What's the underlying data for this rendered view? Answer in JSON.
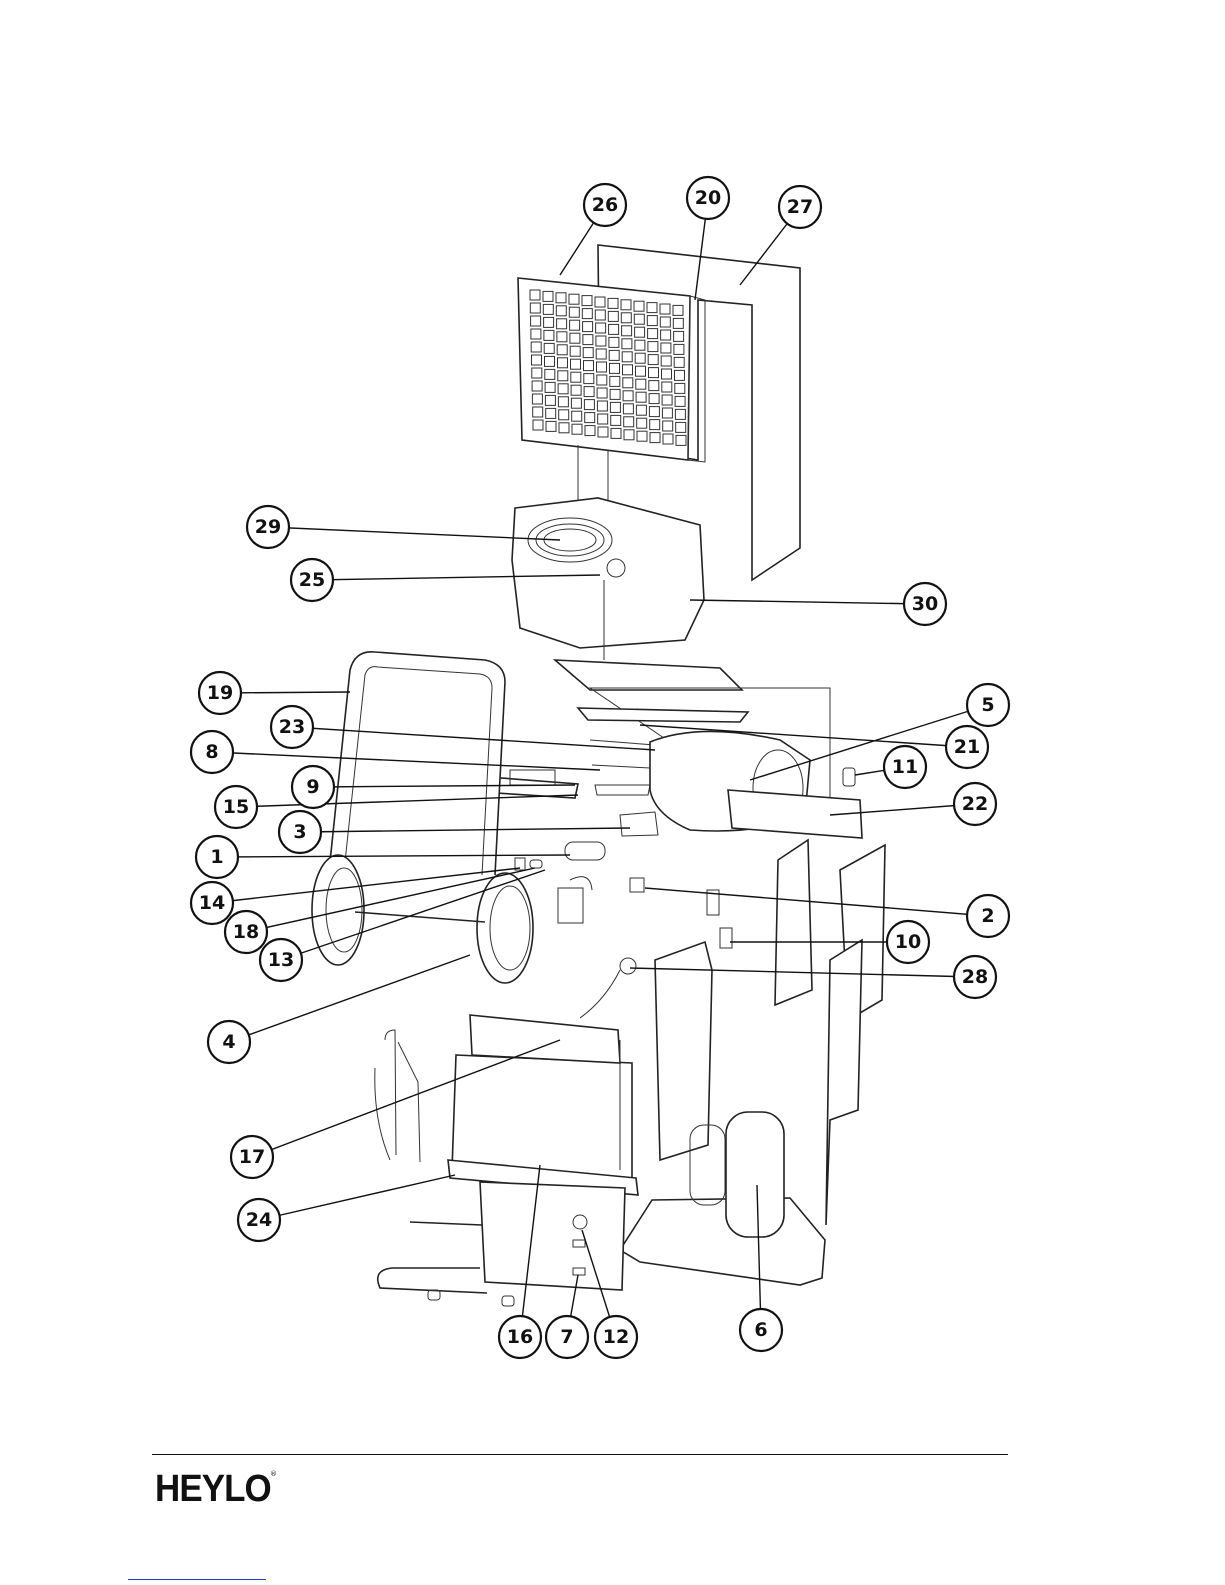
{
  "brand": {
    "logo_text": "HEYLO",
    "registered_mark": "®"
  },
  "colors": {
    "line": "#111111",
    "link_underline": "#2a3cc8"
  },
  "callouts": [
    {
      "label": "26"
    },
    {
      "label": "20"
    },
    {
      "label": "27"
    },
    {
      "label": "29"
    },
    {
      "label": "25"
    },
    {
      "label": "30"
    },
    {
      "label": "19"
    },
    {
      "label": "5"
    },
    {
      "label": "23"
    },
    {
      "label": "21"
    },
    {
      "label": "8"
    },
    {
      "label": "11"
    },
    {
      "label": "9"
    },
    {
      "label": "15"
    },
    {
      "label": "22"
    },
    {
      "label": "3"
    },
    {
      "label": "1"
    },
    {
      "label": "14"
    },
    {
      "label": "2"
    },
    {
      "label": "18"
    },
    {
      "label": "10"
    },
    {
      "label": "13"
    },
    {
      "label": "28"
    },
    {
      "label": "4"
    },
    {
      "label": "17"
    },
    {
      "label": "24"
    },
    {
      "label": "16"
    },
    {
      "label": "7"
    },
    {
      "label": "12"
    },
    {
      "label": "6"
    }
  ]
}
